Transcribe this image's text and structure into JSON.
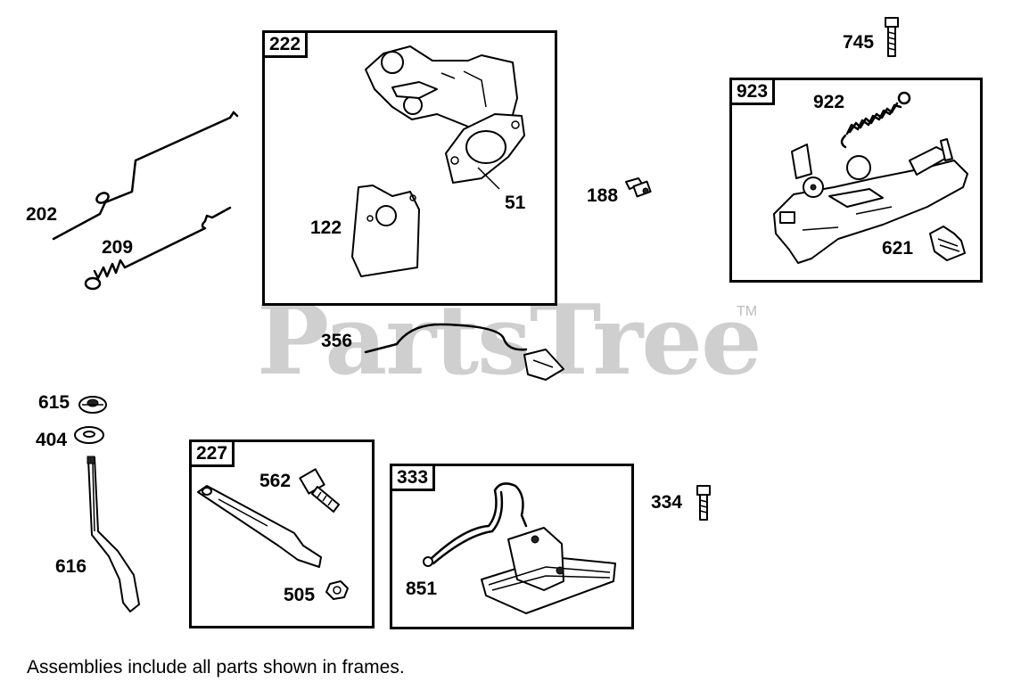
{
  "watermark": {
    "text": "PartsTree",
    "trademark": "TM"
  },
  "footer": {
    "note": "Assemblies include all parts shown in frames."
  },
  "frames": {
    "f222": "222",
    "f923": "923",
    "f227": "227",
    "f333": "333"
  },
  "parts": {
    "p745": "745",
    "p922": "922",
    "p621": "621",
    "p202": "202",
    "p209": "209",
    "p122": "122",
    "p51": "51",
    "p188": "188",
    "p356": "356",
    "p615": "615",
    "p404": "404",
    "p616": "616",
    "p562": "562",
    "p505": "505",
    "p851": "851",
    "p334": "334"
  }
}
